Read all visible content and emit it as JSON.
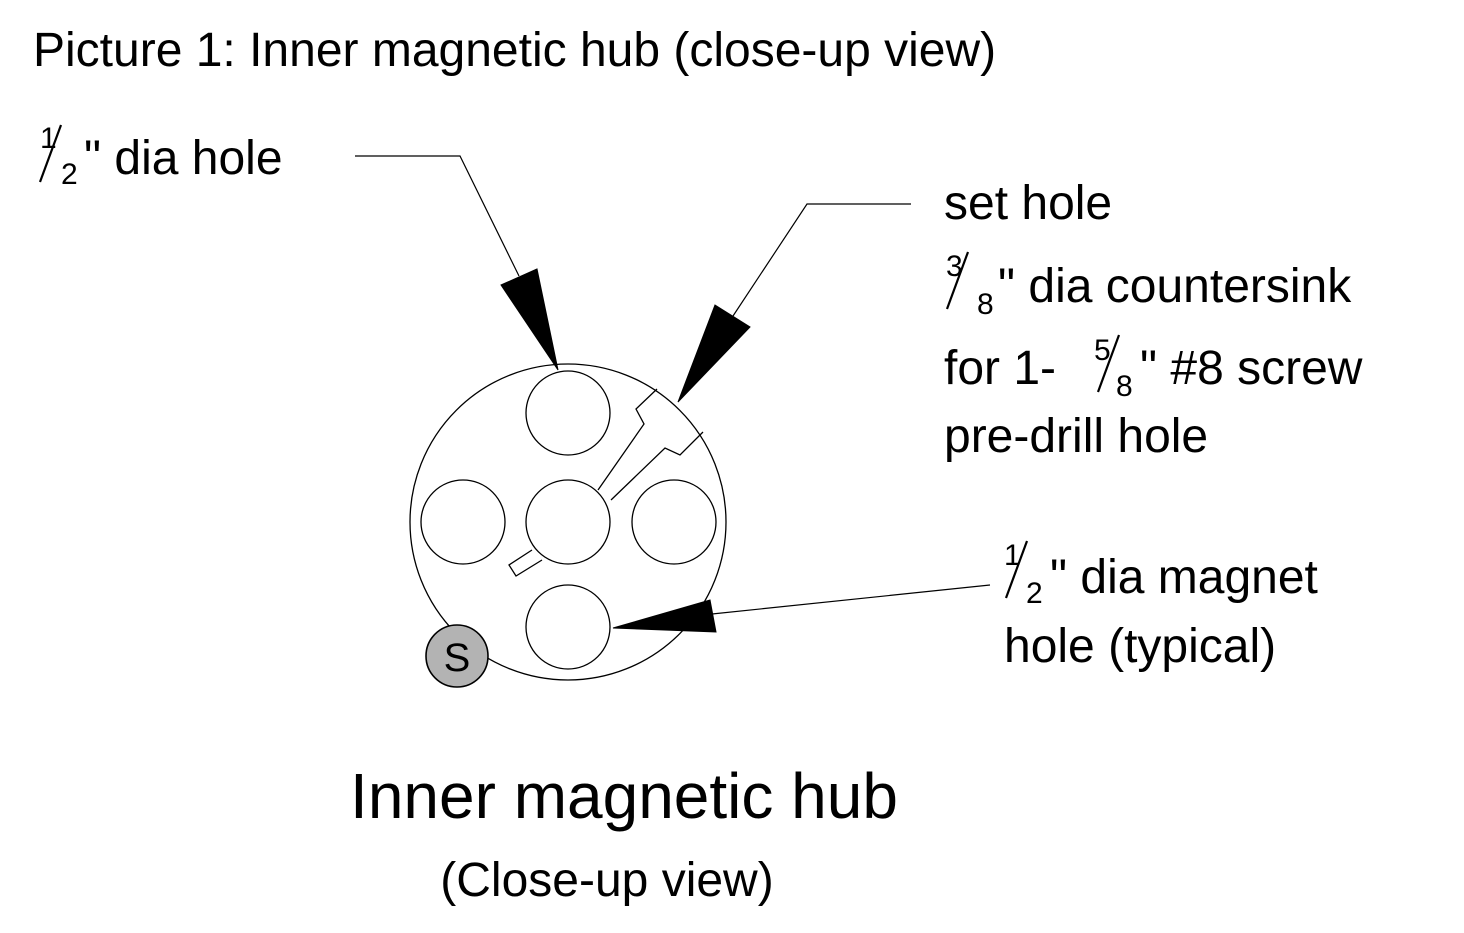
{
  "header": {
    "text": "Picture 1: Inner magnetic hub (close-up view)"
  },
  "callouts": {
    "center_hole": {
      "frac_num": "1",
      "frac_den": "2",
      "text": "\" dia hole"
    },
    "set_hole": {
      "line1": "set hole",
      "line2_frac_num": "3",
      "line2_frac_den": "8",
      "line2_text": "\" dia countersink",
      "line3_prefix": "for 1-",
      "line3_frac_num": "5",
      "line3_frac_den": "8",
      "line3_text": "\" #8 screw",
      "line4": "pre-drill hole"
    },
    "magnet_hole": {
      "frac_num": "1",
      "frac_den": "2",
      "line1_text": "\" dia magnet",
      "line2": "hole (typical)"
    }
  },
  "south_marker": {
    "letter": "S",
    "fill": "#b3b3b3"
  },
  "footer": {
    "title": "Inner magnetic hub",
    "subtitle": "(Close-up view)"
  }
}
